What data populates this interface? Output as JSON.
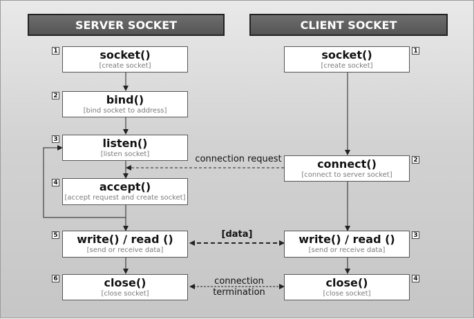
{
  "headers": {
    "server": "SERVER SOCKET",
    "client": "CLIENT SOCKET"
  },
  "server": [
    {
      "num": "1",
      "title": "socket()",
      "sub": "[create socket]"
    },
    {
      "num": "2",
      "title": "bind()",
      "sub": "[bind socket to address]"
    },
    {
      "num": "3",
      "title": "listen()",
      "sub": "[listen socket]"
    },
    {
      "num": "4",
      "title": "accept()",
      "sub": "[accept request and create socket]"
    },
    {
      "num": "5",
      "title": "write() / read ()",
      "sub": "[send or receive data]"
    },
    {
      "num": "6",
      "title": "close()",
      "sub": "[close socket]"
    }
  ],
  "client": [
    {
      "num": "1",
      "title": "socket()",
      "sub": "[create socket]"
    },
    {
      "num": "2",
      "title": "connect()",
      "sub": "[connect to server socket]"
    },
    {
      "num": "3",
      "title": "write() / read ()",
      "sub": "[send or receive data]"
    },
    {
      "num": "4",
      "title": "close()",
      "sub": "[close socket]"
    }
  ],
  "labels": {
    "connection_request": "connection request",
    "data": "[data]",
    "termination_line1": "connection",
    "termination_line2": "termination"
  }
}
